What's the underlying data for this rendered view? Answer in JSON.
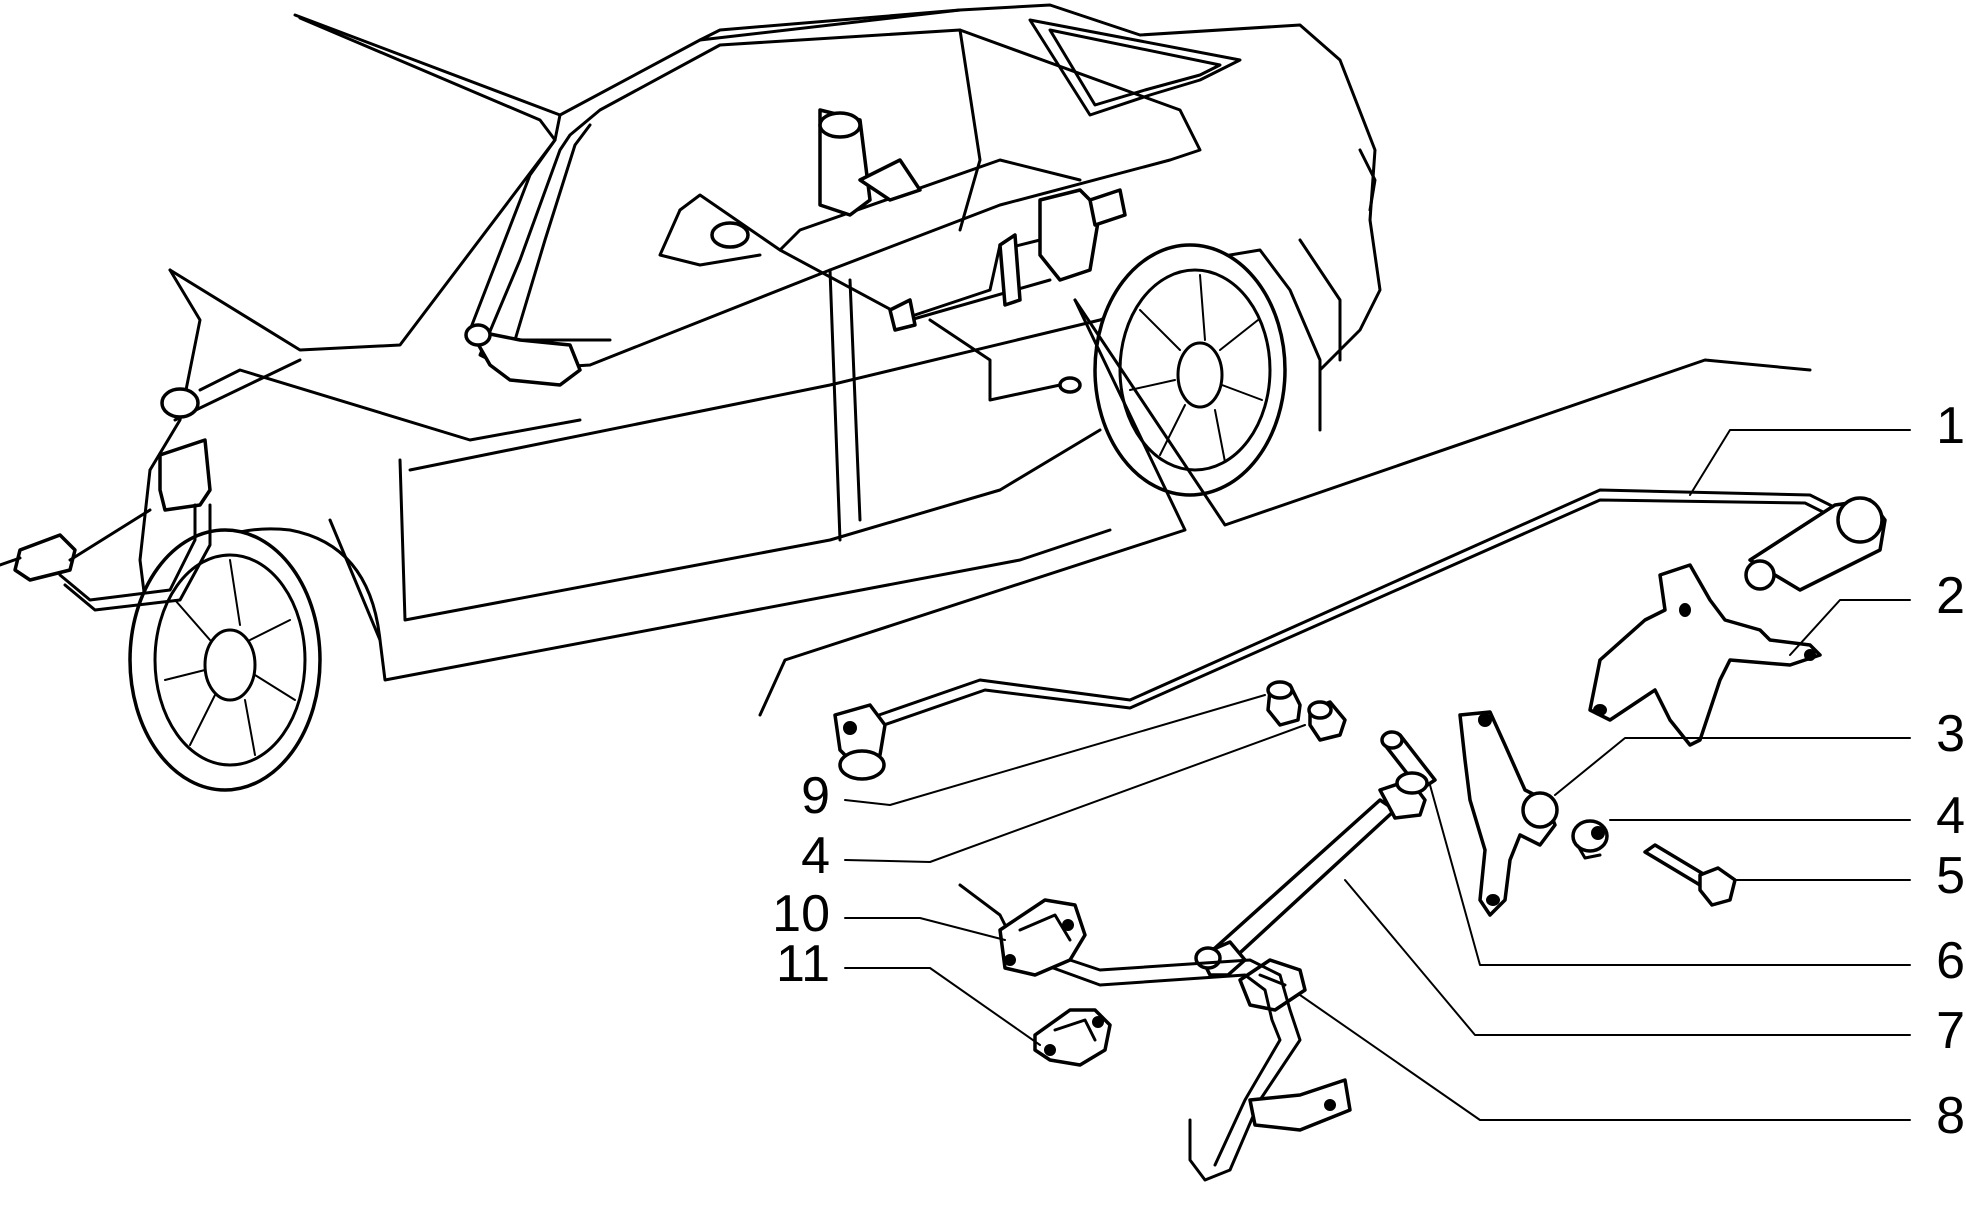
{
  "callouts": [
    {
      "id": "c1",
      "label": "1"
    },
    {
      "id": "c2",
      "label": "2"
    },
    {
      "id": "c3",
      "label": "3"
    },
    {
      "id": "c4r",
      "label": "4"
    },
    {
      "id": "c5",
      "label": "5"
    },
    {
      "id": "c6",
      "label": "6"
    },
    {
      "id": "c7",
      "label": "7"
    },
    {
      "id": "c8",
      "label": "8"
    },
    {
      "id": "c9",
      "label": "9"
    },
    {
      "id": "c4l",
      "label": "4"
    },
    {
      "id": "c10",
      "label": "10"
    },
    {
      "id": "c11",
      "label": "11"
    }
  ]
}
